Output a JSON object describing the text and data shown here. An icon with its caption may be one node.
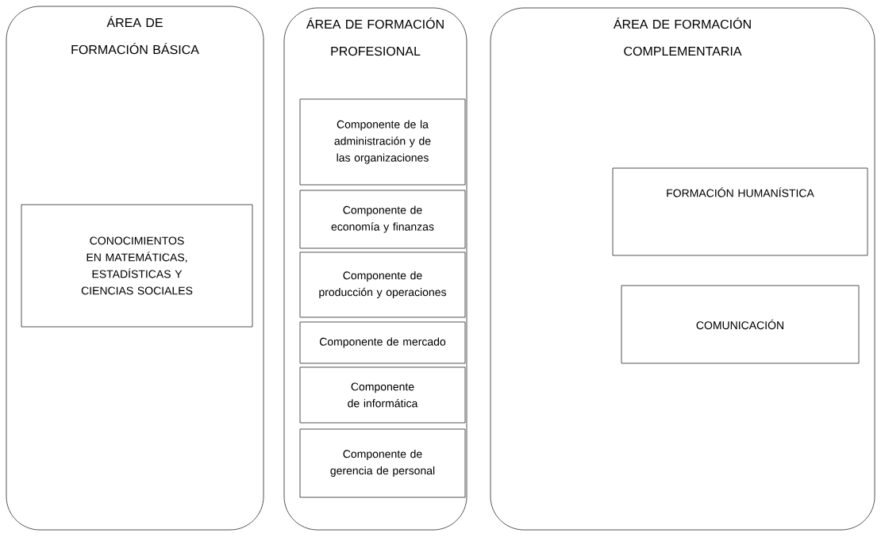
{
  "diagram": {
    "nodes": [
      {
        "text": [
          "ÁREA DE FORMACIÓN BÁSICA"
        ]
      },
      {
        "text": [
          "CONOCIMIENTOS EN MATEMÁTICAS, ESTADÍSTICAS Y CIENCIAS SOCIALES"
        ],
        "in": 0
      },
      {
        "text": [
          "ÁREA DE FORMACIÓN PROFESIONAL"
        ]
      },
      {
        "text": [
          "Componente de la administración y de las organizaciones"
        ],
        "in": 2
      },
      {
        "text": [
          "Componente de economía y finanzas"
        ],
        "in": 2
      },
      {
        "text": [
          "Componente de producción y operaciones"
        ],
        "in": 2
      },
      {
        "text": [
          "Componente de mercado"
        ],
        "in": 2
      },
      {
        "text": [
          "Componente de informática"
        ],
        "in": 2
      },
      {
        "text": [
          "Componente de gerencia de personal"
        ],
        "in": 2
      },
      {
        "text": [
          "ÁREA DE FORMACIÓN COMPLEMENTARIA"
        ]
      },
      {
        "text": [
          "FORMACIÓN HUMANÍSTICA"
        ],
        "in": 9
      },
      {
        "text": [
          "COMUNICACIÓN"
        ],
        "in": 9
      }
    ]
  }
}
